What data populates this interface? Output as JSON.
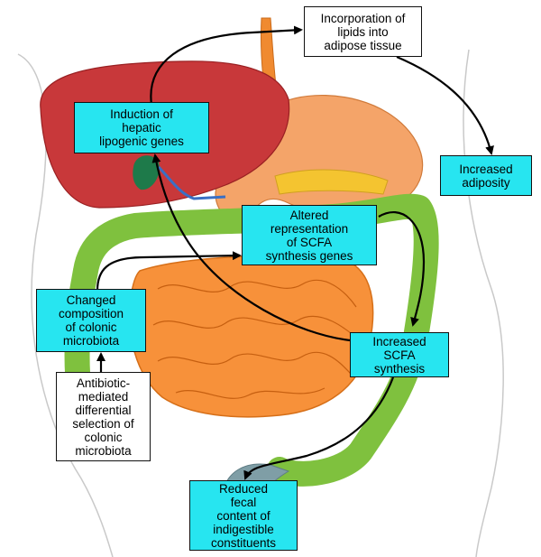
{
  "diagram": {
    "colors": {
      "highlight_box": "#27e5f0",
      "plain_box": "#ffffff",
      "liver": "#c8383a",
      "stomach": "#f4a469",
      "small_intestine": "#f7913a",
      "colon": "#7fc13e",
      "esophagus": "#f08a30",
      "gallbladder": "#1e7a4a",
      "rectum": "#7f9ea6",
      "arrow": "#000000"
    },
    "boxes": {
      "incorporation": "Incorporation of\nlipids into\nadipose tissue",
      "hepatic": "Induction of\nhepatic\nlipogenic genes",
      "adiposity": "Increased\nadiposity",
      "scfa_genes": "Altered\nrepresentation\nof SCFA\nsynthesis genes",
      "colonic_composition": "Changed\ncomposition\nof colonic\nmicrobiota",
      "scfa_synthesis": "Increased\nSCFA\nsynthesis",
      "antibiotic": "Antibiotic-\nmediated\ndifferential\nselection of\ncolonic\nmicrobiota",
      "fecal": "Reduced\nfecal\ncontent of\nindigestible\nconstituents"
    }
  }
}
